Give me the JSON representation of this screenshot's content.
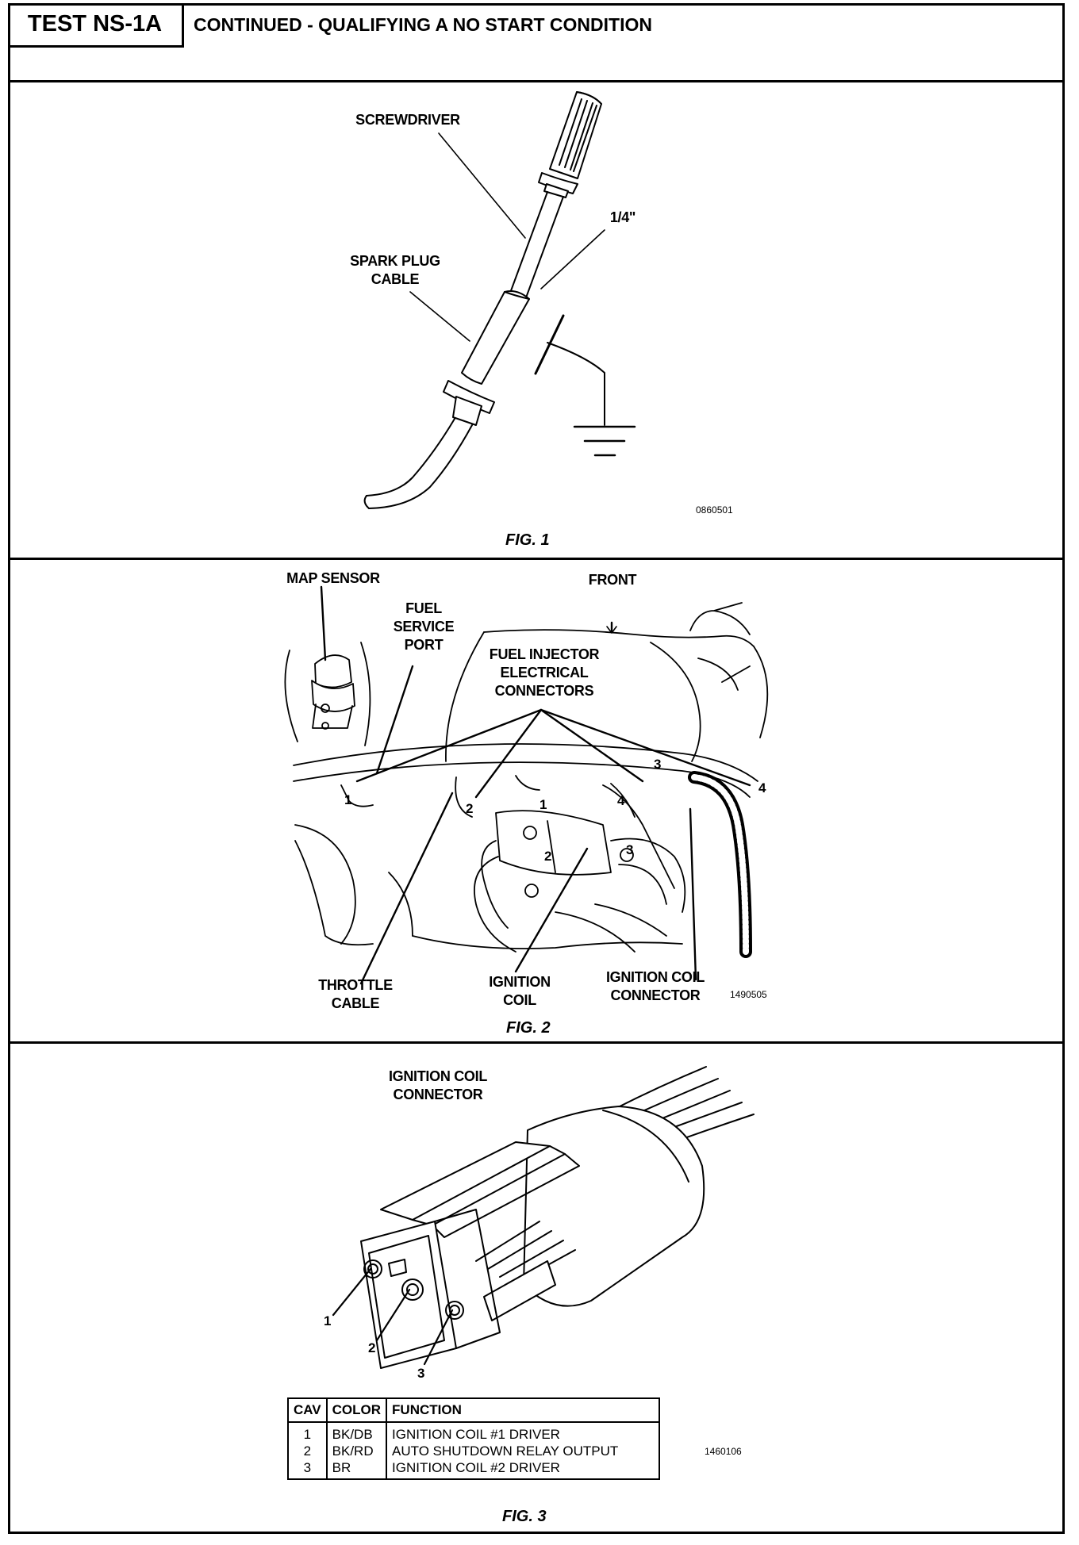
{
  "header": {
    "badge": "TEST NS-1A",
    "title": "CONTINUED -  QUALIFYING A NO START CONDITION"
  },
  "fig1": {
    "caption": "FIG. 1",
    "code": "0860501",
    "labels": {
      "screwdriver": "SCREWDRIVER",
      "gap": "1/4\"",
      "spark_plug_cable": "SPARK PLUG\nCABLE"
    }
  },
  "fig2": {
    "caption": "FIG. 2",
    "code": "1490505",
    "labels": {
      "map_sensor": "MAP SENSOR",
      "fuel_service_port": "FUEL\nSERVICE\nPORT",
      "front": "FRONT",
      "fuel_injector_connectors": "FUEL INJECTOR\nELECTRICAL\nCONNECTORS",
      "throttle_cable": "THROTTLE\nCABLE",
      "ignition_coil": "IGNITION\nCOIL",
      "ignition_coil_connector": "IGNITION COIL\nCONNECTOR"
    },
    "numbers": [
      "1",
      "2",
      "3",
      "4",
      "1",
      "2",
      "3",
      "4"
    ]
  },
  "fig3": {
    "caption": "FIG. 3",
    "code": "1460106",
    "title": "IGNITION COIL\nCONNECTOR",
    "cavity_numbers": [
      "1",
      "2",
      "3"
    ],
    "table": {
      "headers": [
        "CAV",
        "COLOR",
        "FUNCTION"
      ],
      "rows": [
        [
          "1",
          "BK/DB",
          "IGNITION COIL #1 DRIVER"
        ],
        [
          "2",
          "BK/RD",
          "AUTO SHUTDOWN RELAY OUTPUT"
        ],
        [
          "3",
          "BR",
          "IGNITION COIL #2 DRIVER"
        ]
      ]
    }
  }
}
